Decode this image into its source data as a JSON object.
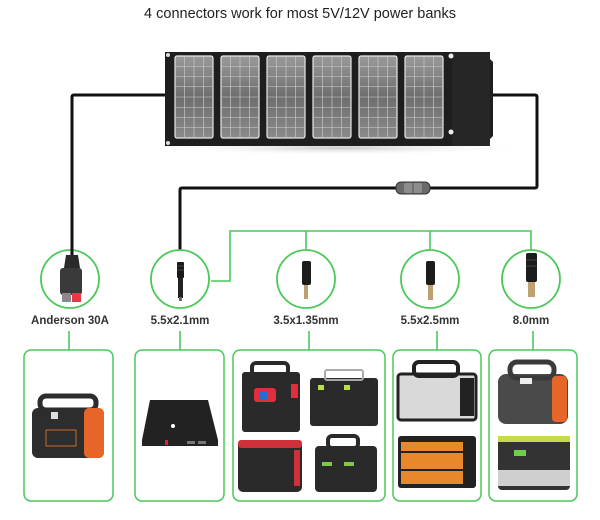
{
  "title": "4 connectors work for most 5V/12V power banks",
  "colors": {
    "accent_green": "#4cc85a",
    "cable": "#111111",
    "panel": "#1e1e1e",
    "orange": "#e8652a"
  },
  "solar_panel": {
    "cells": 6,
    "icon": "foldable-solar-panel"
  },
  "connectors": [
    {
      "id": "anderson",
      "label": "Anderson  30A",
      "icon": "anderson-plug-icon"
    },
    {
      "id": "dc5521",
      "label": "5.5x2.1mm",
      "icon": "dc-barrel-plug-icon"
    },
    {
      "id": "dc35135",
      "label": "3.5x1.35mm",
      "icon": "dc-adapter-tip-icon"
    },
    {
      "id": "dc5525",
      "label": "5.5x2.5mm",
      "icon": "dc-adapter-tip-icon"
    },
    {
      "id": "dc80",
      "label": "8.0mm",
      "icon": "dc-adapter-tip-icon"
    }
  ],
  "device_groups": [
    {
      "connector": "anderson",
      "devices": [
        "portable-power-station-orange"
      ]
    },
    {
      "connector": "dc5521",
      "devices": [
        "power-bank-black"
      ]
    },
    {
      "connector": "dc35135",
      "devices": [
        "power-station-red-display",
        "power-station-black-handle",
        "power-station-red-black",
        "power-station-green-display"
      ]
    },
    {
      "connector": "dc5525",
      "devices": [
        "power-station-silver",
        "power-station-orange-black"
      ]
    },
    {
      "connector": "dc80",
      "devices": [
        "power-station-grey-orange",
        "power-station-grey-yellow"
      ]
    }
  ]
}
